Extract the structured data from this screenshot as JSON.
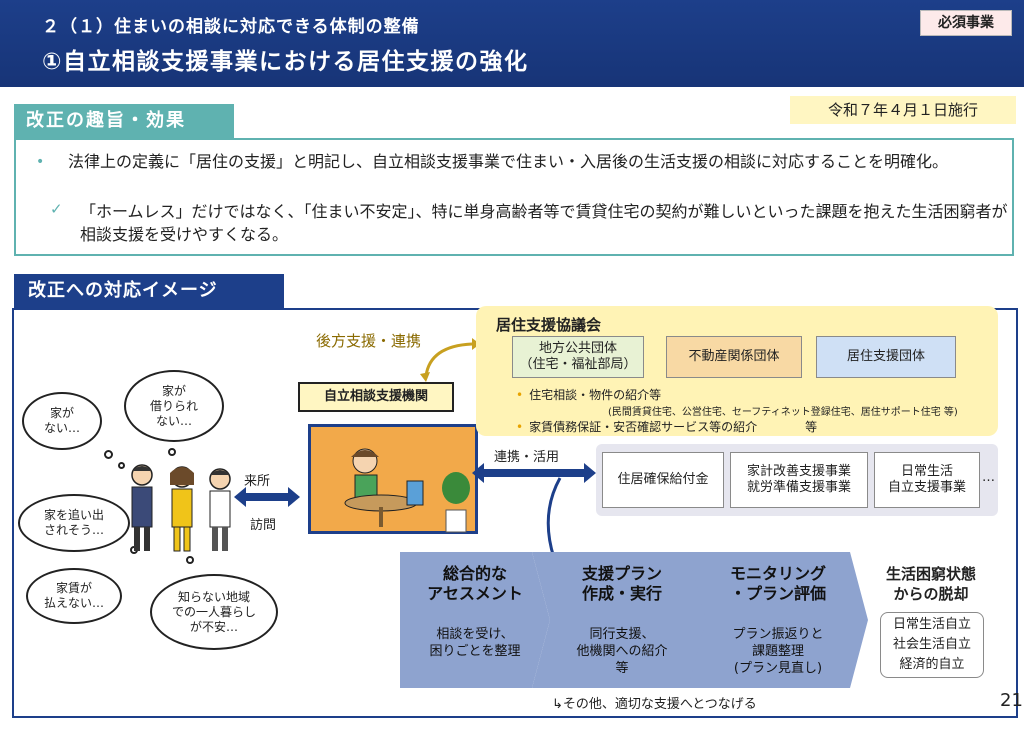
{
  "header": {
    "line1": "２（１）住まいの相談に対応できる体制の整備",
    "line2": "①自立相談支援事業における居住支援の強化",
    "badge": "必須事業"
  },
  "section1": {
    "label": "改正の趣旨・効果",
    "effective_date": "令和７年４月１日施行",
    "bullets": [
      "法律上の定義に「居住の支援」と明記し、自立相談支援事業で住まい・入居後の生活支援の相談に対応することを明確化。",
      "「ホームレス」だけではなく、「住まい不安定」、特に単身高齢者等で賃貸住宅の契約が難しいといった課題を抱えた生活困窮者が相談支援を受けやすくなる。"
    ]
  },
  "section2": {
    "label": "改正への対応イメージ",
    "speech": [
      "家が\nない…",
      "家が\n借りられ\nない…",
      "家を追い出\nされそう…",
      "家賃が\n払えない…",
      "知らない地域\nでの一人暮らし\nが不安…"
    ],
    "visit_top": "来所",
    "visit_bottom": "訪問",
    "institution": "自立相談支援機関",
    "backup": "後方支援・連携",
    "council": {
      "title": "居住支援協議会",
      "orgs": [
        "地方公共団体\n（住宅・福祉部局）",
        "不動産関係団体",
        "居住支援団体"
      ],
      "item1": "住宅相談・物件の紹介等",
      "item1_note": "(民間賃貸住宅、公営住宅、セーフティネット登録住宅、居住サポート住宅 等)",
      "item2": "家賃債務保証・安否確認サービス等の紹介　　　　等"
    },
    "link": "連携・活用",
    "supports": [
      "住居確保給付金",
      "家計改善支援事業\n就労準備支援事業",
      "日常生活\n自立支援事業"
    ],
    "ellipsis": "…",
    "steps": [
      {
        "title": "総合的な\nアセスメント",
        "body": "相談を受け、\n困りごとを整理"
      },
      {
        "title": "支援プラン\n作成・実行",
        "body": "同行支援、\n他機関への紹介\n等"
      },
      {
        "title": "モニタリング\n・プラン評価",
        "body": "プラン振返りと\n課題整理\n(プラン見直し)"
      }
    ],
    "goal_title": "生活困窮状態\nからの脱却",
    "goal_items": "日常生活自立\n社会生活自立\n経済的自立",
    "footer": "↳その他、適切な支援へとつなげる"
  },
  "page_number": "21"
}
